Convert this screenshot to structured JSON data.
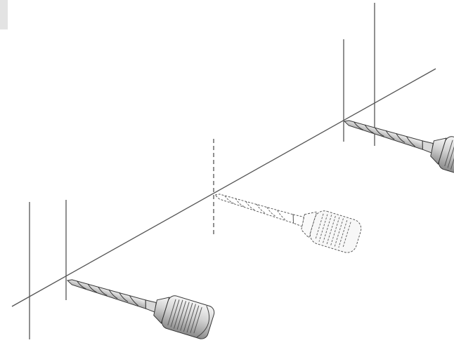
{
  "illustration": {
    "colors": {
      "line": "#555555",
      "drill_fill": "#e4e4e4",
      "drill_shadow": "#b9b9b9",
      "chuck_light": "#f6f6f6",
      "chuck_dark": "#8a8a8a",
      "ghost_stroke": "#666666",
      "corner_tab": "#e3e3e3"
    },
    "drills": [
      {
        "state": "solid",
        "description_icon": "drill-bit-icon"
      },
      {
        "state": "ghost",
        "description_icon": "drill-bit-outline-icon"
      },
      {
        "state": "solid",
        "description_icon": "drill-bit-icon"
      }
    ]
  }
}
